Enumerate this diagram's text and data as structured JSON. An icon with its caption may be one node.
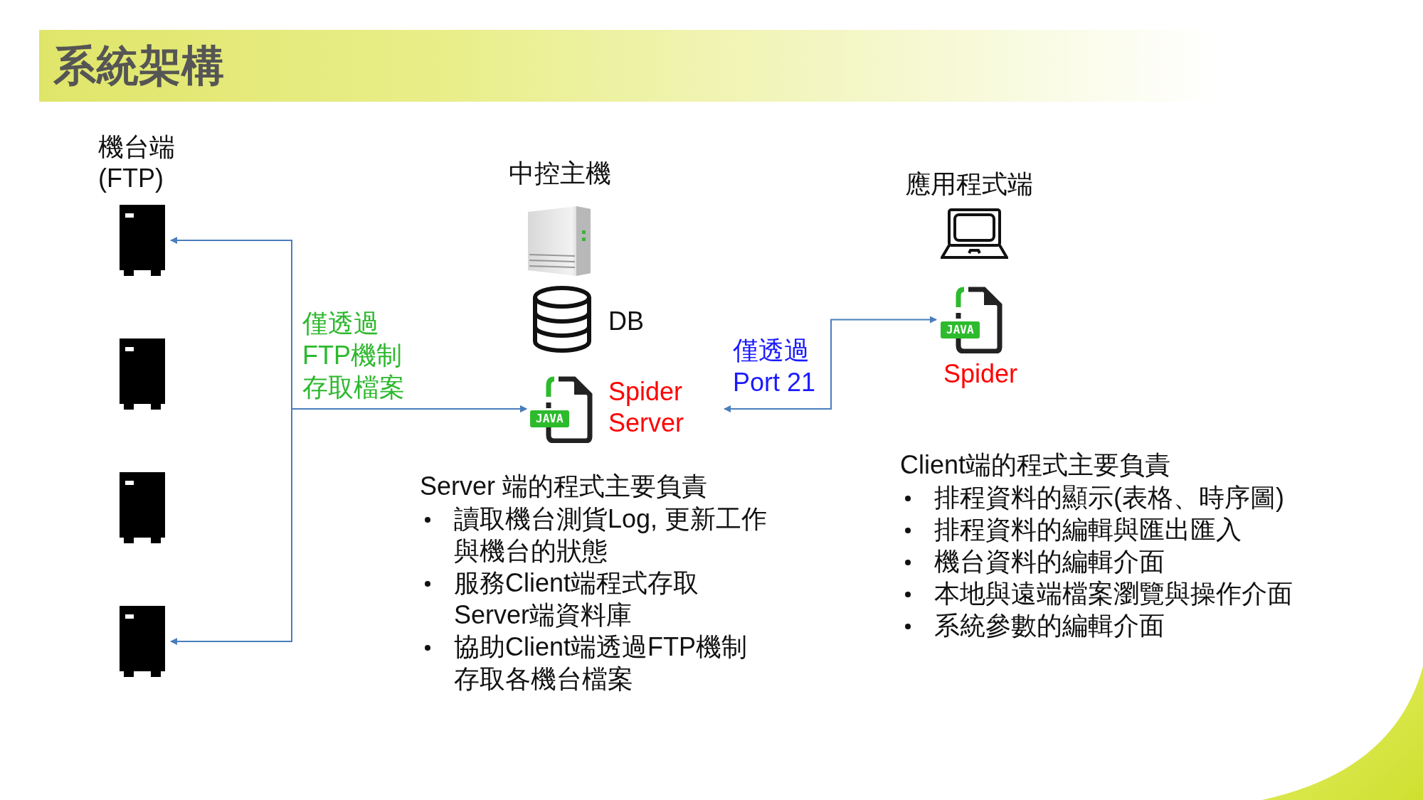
{
  "diagram": {
    "title": "系統架構",
    "nodes": [
      {
        "text": [],
        "shape": "server"
      },
      {
        "text": [],
        "shape": "server"
      },
      {
        "text": [],
        "shape": "server"
      },
      {
        "text": [],
        "shape": "server"
      },
      {
        "text": [
          "Spider Server"
        ]
      },
      {
        "text": [
          "Spider"
        ]
      }
    ],
    "edges": [
      {
        "from": 4,
        "to": 0,
        "arrow": "both",
        "label": "僅透過FTP機制存取檔案"
      },
      {
        "from": 4,
        "to": 3,
        "arrow": "both"
      },
      {
        "from": 4,
        "to": 5,
        "arrow": "both",
        "label": "僅透過Port 21"
      }
    ],
    "labels": [
      "機台端 (FTP)",
      "中控主機",
      "應用程式端",
      "DB",
      "JAVA",
      "JAVA",
      "Server 端的程式主要負責",
      "讀取機台測貨Log, 更新工作與機台的狀態",
      "服務Client端程式存取Server端資料庫",
      "協助Client端透過FTP機制存取各機台檔案",
      "Client端的程式主要負責",
      "排程資料的顯示(表格、時序圖)",
      "排程資料的編輯與匯出匯入",
      "機台資料的編輯介面",
      "本地與遠端檔案瀏覽與操作介面",
      "系統參數的編輯介面"
    ]
  }
}
